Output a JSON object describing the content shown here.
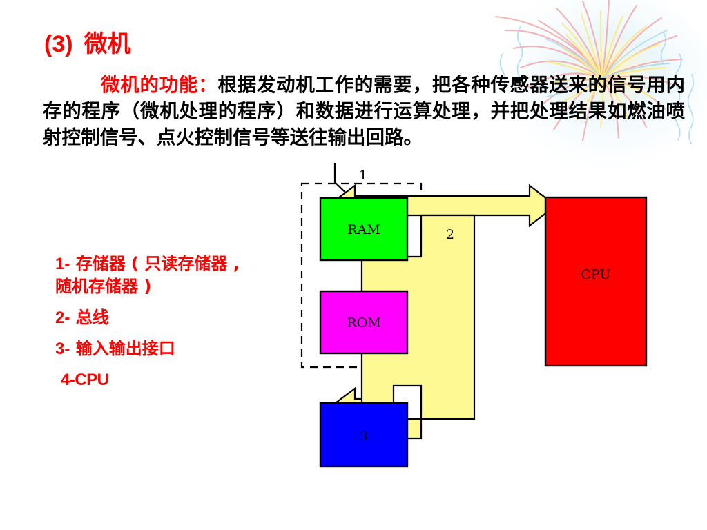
{
  "slide": {
    "title_number": "(3)",
    "title_text": "微机",
    "title_color": "#ff0000",
    "background": "#ffffff"
  },
  "body": {
    "lead": "微机的功能：",
    "text": "根据发动机工作的需要，把各种传感器送来的信号用内存的程序（微机处理的程序）和数据进行运算处理，并把处理结果如燃油喷射控制信号、点火控制信号等送往输出回路。"
  },
  "legend": {
    "items": [
      {
        "num": "1-",
        "label": "存储器 ( 只读存储器 , 随机存储器 )"
      },
      {
        "num": "2-",
        "label": "总线"
      },
      {
        "num": "3-",
        "label": "输入输出接口"
      },
      {
        "num": "4-",
        "label": "CPU"
      }
    ],
    "item4_combined": "4-CPU",
    "color": "#ff0000"
  },
  "diagram": {
    "group_label": "1",
    "bus_label": "2",
    "blocks": [
      {
        "id": "ram",
        "label": "RAM",
        "color": "#00ff00"
      },
      {
        "id": "rom",
        "label": "ROM",
        "color": "#ff00ff"
      },
      {
        "id": "io",
        "label": "3",
        "color": "#0000ff"
      },
      {
        "id": "cpu",
        "label": "CPU",
        "color": "#ff0000"
      }
    ],
    "bus_color": "#fff994",
    "outline_color": "#000000",
    "group_border_style": "dashed"
  },
  "decoration": {
    "watermark": "firework-burst"
  }
}
